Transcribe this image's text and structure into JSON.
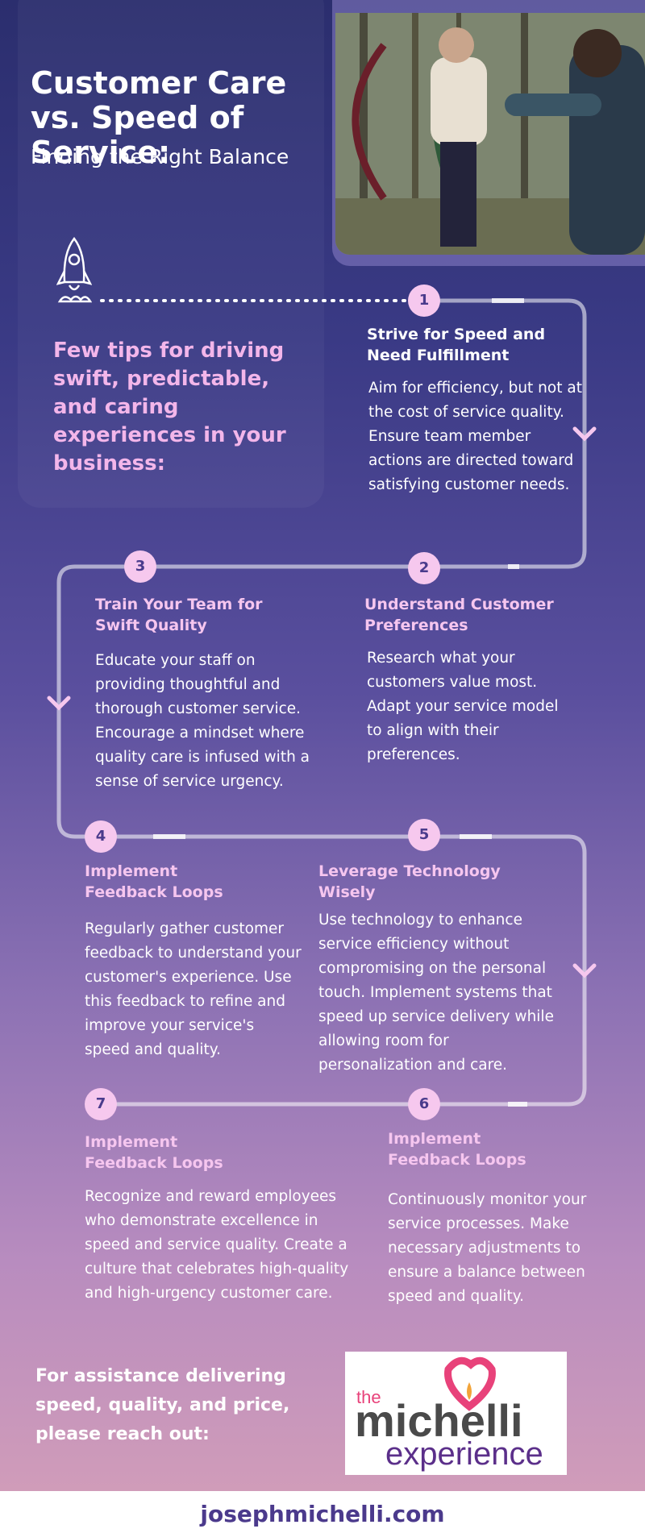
{
  "header": {
    "title": "Customer Care vs. Speed of Service:",
    "subtitle": "Finding the Right Balance"
  },
  "photo": {
    "description_icon": "archery-photo"
  },
  "intro": {
    "icon": "rocket-icon",
    "tips_heading": "Few tips for driving swift, predictable, and caring experiences in your business:"
  },
  "steps": [
    {
      "number": "1",
      "title": "Strive for Speed and Need Fulfillment",
      "body": "Aim for efficiency, but not at the cost of service quality. Ensure team member actions are directed toward satisfying customer needs."
    },
    {
      "number": "2",
      "title": "Understand Customer Preferences",
      "body": "Research what your customers value most. Adapt your service model to align with their preferences."
    },
    {
      "number": "3",
      "title": "Train Your Team for Swift Quality",
      "body": "Educate your staff on providing thoughtful and thorough customer service. Encourage a mindset where quality care is infused with a sense of service urgency."
    },
    {
      "number": "4",
      "title": "Implement Feedback Loops",
      "body": "Regularly gather customer feedback to understand your customer's experience. Use this feedback to refine and improve your service's speed and quality."
    },
    {
      "number": "5",
      "title": "Leverage Technology Wisely",
      "body": "Use technology to enhance service efficiency without compromising on the personal touch. Implement systems that speed up service delivery while allowing room for personalization and care."
    },
    {
      "number": "6",
      "title": "Implement Feedback Loops",
      "body": "Continuously monitor your service processes. Make necessary adjustments to ensure a balance between speed and quality."
    },
    {
      "number": "7",
      "title": "Implement Feedback Loops",
      "body": "Recognize and reward employees who demonstrate excellence in speed and service quality. Create a culture that celebrates high-quality and high-urgency customer care."
    }
  ],
  "cta": {
    "text": "For assistance delivering speed, quality, and price, please reach out:"
  },
  "logo": {
    "line1": "the",
    "line2": "michelli",
    "line3": "experience"
  },
  "footer": {
    "url": "josephmichelli.com"
  },
  "colors": {
    "accent_pink": "#f6c8ee",
    "title_pink": "#f3b6ea",
    "brand_purple": "#4b3a8c"
  }
}
